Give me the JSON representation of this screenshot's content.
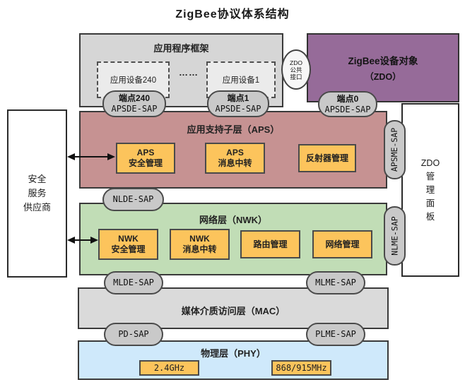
{
  "title": "ZigBee协议体系结构",
  "colors": {
    "app_framework_bg": "#d6d6d6",
    "zdo_object_bg": "#966b99",
    "aps_layer_bg": "#c69292",
    "nwk_layer_bg": "#c1ddb6",
    "mac_layer_bg": "#dadada",
    "phy_layer_bg": "#cfe9fb",
    "module_bg": "#fcc45c",
    "pill_bg": "#c9c9c9"
  },
  "app_framework": {
    "label": "应用程序框架",
    "devices": [
      {
        "label": "应用设备240"
      },
      {
        "label": "应用设备1"
      }
    ],
    "dots": "……"
  },
  "endpoints": [
    {
      "line1": "端点240",
      "line2": "APSDE-SAP"
    },
    {
      "line1": "端点1",
      "line2": "APSDE-SAP"
    },
    {
      "line1": "端点0",
      "line2": "APSDE-SAP"
    }
  ],
  "zdo_object": {
    "line1": "ZigBee设备对象",
    "line2": "（ZDO）"
  },
  "zdo_interface": {
    "lines": [
      "ZDO",
      "公共",
      "接口"
    ]
  },
  "aps_layer": {
    "label": "应用支持子层（APS）",
    "modules": [
      {
        "line1": "APS",
        "line2": "安全管理"
      },
      {
        "line1": "APS",
        "line2": "消息中转"
      },
      {
        "line1": "反射器管理"
      }
    ]
  },
  "nwk_layer": {
    "label": "网络层（NWK）",
    "modules": [
      {
        "line1": "NWK",
        "line2": "安全管理"
      },
      {
        "line1": "NWK",
        "line2": "消息中转"
      },
      {
        "line1": "路由管理"
      },
      {
        "line1": "网络管理"
      }
    ]
  },
  "mac_layer": {
    "label": "媒体介质访问层（MAC）"
  },
  "phy_layer": {
    "label": "物理层（PHY）",
    "bands": [
      "2.4GHz",
      "868/915MHz"
    ]
  },
  "saps": {
    "nlde": "NLDE-SAP",
    "mlde": "MLDE-SAP",
    "mlme": "MLME-SAP",
    "pd": "PD-SAP",
    "plme": "PLME-SAP",
    "apsme": "APSME-SAP",
    "nlme": "NLME-SAP"
  },
  "security_provider": {
    "lines": [
      "安全",
      "服务",
      "供应商"
    ]
  },
  "zdo_panel": {
    "lines": [
      "ZDO",
      "管",
      "理",
      "面",
      "板"
    ]
  }
}
